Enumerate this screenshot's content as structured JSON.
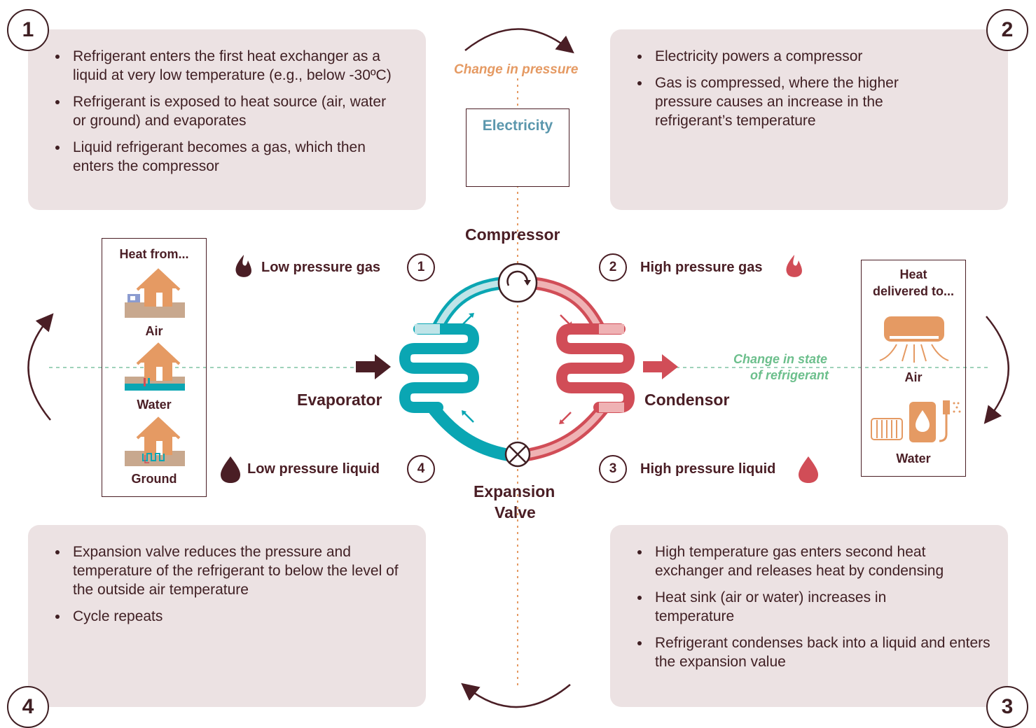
{
  "panels": {
    "p1": {
      "number": "1",
      "bullets": [
        "Refrigerant enters the first heat exchanger as a liquid at very low temperature (e.g., below -30ºC)",
        "Refrigerant is exposed to heat source (air, water or ground) and evaporates",
        "Liquid refrigerant becomes a gas, which then enters the compressor"
      ]
    },
    "p2": {
      "number": "2",
      "bullets": [
        "Electricity powers a compressor",
        "Gas is compressed, where the higher pressure causes an increase in the refrigerant’s temperature"
      ]
    },
    "p3": {
      "number": "3",
      "bullets": [
        "High temperature gas enters second heat exchanger and releases heat by condensing",
        "Heat sink (air or water) increases in temperature",
        "Refrigerant condenses back into a liquid and enters the expansion value"
      ]
    },
    "p4": {
      "number": "4",
      "bullets": [
        "Expansion valve reduces the pressure and temperature of the refrigerant to below the level of the outside air temperature",
        "Cycle repeats"
      ]
    }
  },
  "center": {
    "change_in_pressure": "Change in pressure",
    "electricity": "Electricity",
    "compressor": "Compressor",
    "expansion_valve_line1": "Expansion",
    "expansion_valve_line2": "Valve",
    "evaporator": "Evaporator",
    "condensor": "Condensor",
    "change_in_state_line1": "Change in state",
    "change_in_state_line2": "of refrigerant"
  },
  "states": {
    "s1": {
      "label": "Low pressure gas",
      "number": "1"
    },
    "s2": {
      "label": "High pressure gas",
      "number": "2"
    },
    "s3": {
      "label": "High pressure liquid",
      "number": "3"
    },
    "s4": {
      "label": "Low pressure liquid",
      "number": "4"
    }
  },
  "heat_from": {
    "title": "Heat from...",
    "sources": [
      "Air",
      "Water",
      "Ground"
    ]
  },
  "heat_to": {
    "title_line1": "Heat",
    "title_line2": "delivered to...",
    "sinks": [
      "Air",
      "Water"
    ]
  },
  "colors": {
    "cold": "#0aa6b3",
    "cold_light": "#9fd3d9",
    "hot": "#d14d57",
    "hot_light": "#e7a3a5",
    "dark": "#4a1e25",
    "orange": "#e59a63",
    "green_text": "#6cbf8c",
    "panel": "#ece2e3",
    "steel": "#5b97ad"
  }
}
